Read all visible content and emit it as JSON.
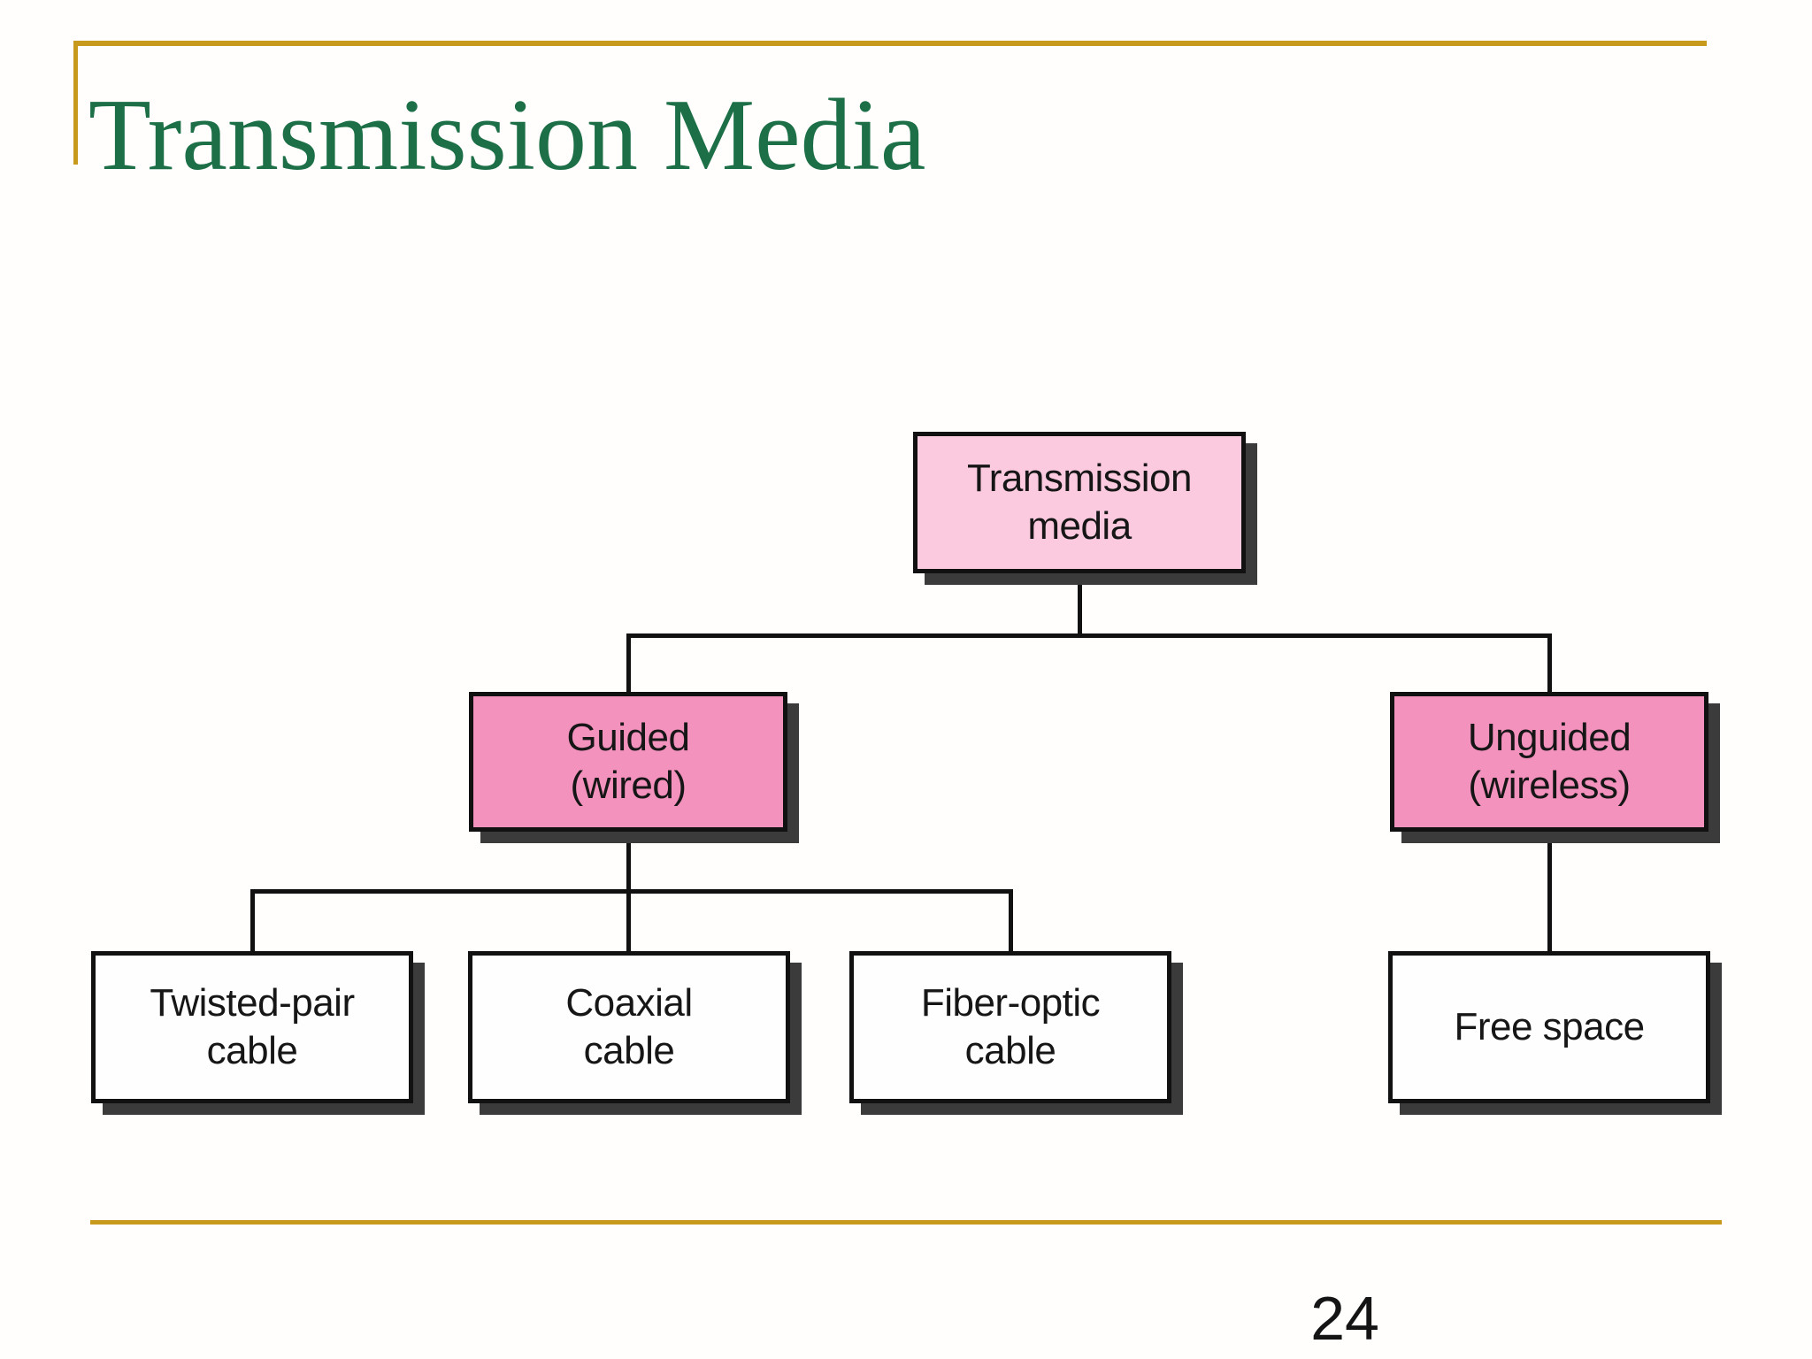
{
  "slide": {
    "title": "Transmission Media",
    "page_number": "24"
  },
  "colors": {
    "title_green": "#1C6F46",
    "accent_gold": "#C79A1E",
    "root_box_pink": "#FBCADF",
    "branch_box_pink": "#F492BE",
    "leaf_box_white": "#FEFEFE",
    "box_border_black": "#111111",
    "box_shadow_gray": "#3B3B3B"
  },
  "diagram": {
    "nodes": {
      "root": {
        "line1": "Transmission",
        "line2": "media"
      },
      "guided": {
        "line1": "Guided",
        "line2": "(wired)"
      },
      "unguided": {
        "line1": "Unguided",
        "line2": "(wireless)"
      },
      "twisted_pair": {
        "line1": "Twisted-pair",
        "line2": "cable"
      },
      "coaxial": {
        "line1": "Coaxial",
        "line2": "cable"
      },
      "fiber_optic": {
        "line1": "Fiber-optic",
        "line2": "cable"
      },
      "free_space": {
        "line1": "Free space",
        "line2": ""
      }
    }
  }
}
